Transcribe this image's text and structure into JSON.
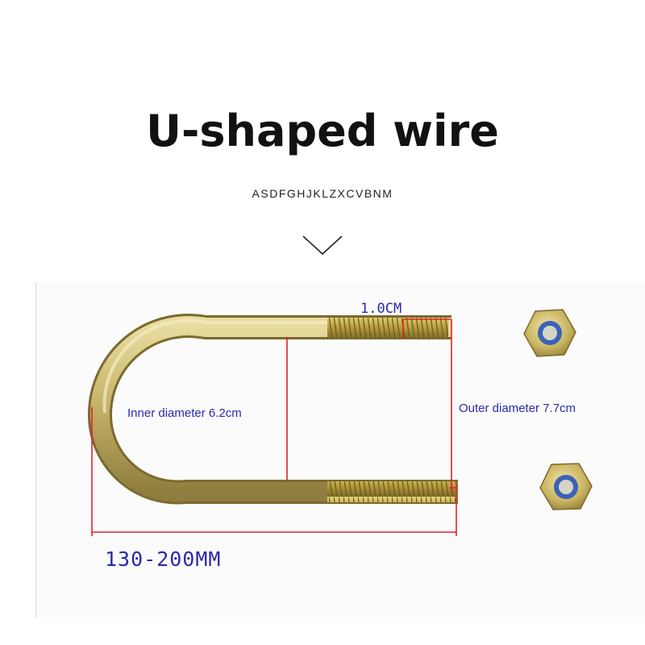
{
  "header": {
    "title": "U-shaped wire",
    "subtitle": "ASDFGHJKLZXCVBNM"
  },
  "icons": {
    "scroll_indicator": "chevron-down-icon"
  },
  "product_photo": {
    "annotations": {
      "thread_length": "1.0CM",
      "inner_diameter": "Inner diameter 6.2cm",
      "outer_diameter": "Outer diameter 7.7cm",
      "length_range": "130-200MM"
    },
    "colors": {
      "annotation_text": "#2b2bb0",
      "measure_line": "#e0242c",
      "metal": "#c8b56a",
      "nut_insert": "#3a63b8"
    }
  }
}
